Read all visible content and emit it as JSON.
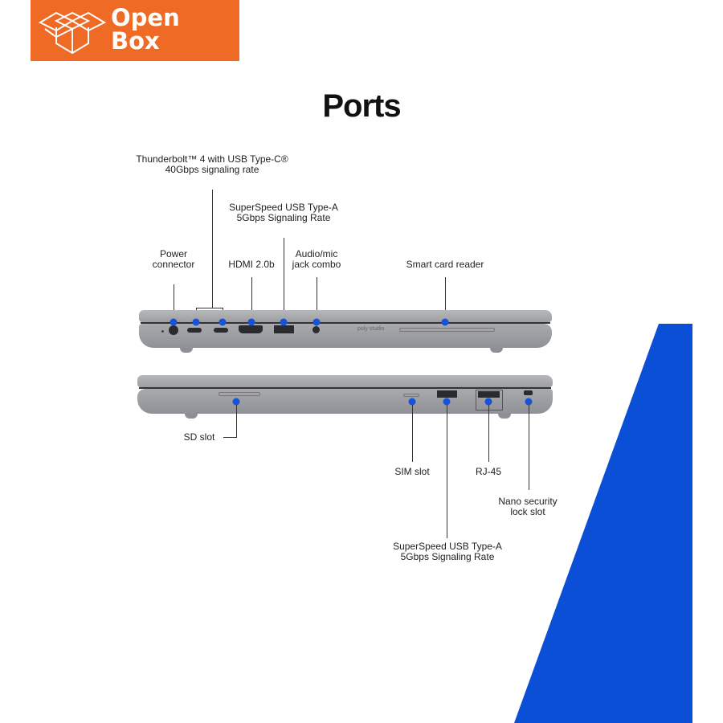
{
  "brand": {
    "logo_text_line1": "Open",
    "logo_text_line2": "Box",
    "color": "#ef6a24"
  },
  "title": "Ports",
  "accent_color": "#0b4fd6",
  "laptop_branding": "poly studio",
  "left_side_labels": {
    "thunderbolt": [
      "Thunderbolt™ 4 with USB Type-C®",
      "40Gbps signaling rate"
    ],
    "usb_a": [
      "SuperSpeed USB Type-A",
      "5Gbps Signaling Rate"
    ],
    "power": [
      "Power",
      "connector"
    ],
    "hdmi": "HDMI 2.0b",
    "audio": [
      "Audio/mic",
      "jack combo"
    ],
    "smart_card": "Smart card reader"
  },
  "right_side_labels": {
    "sd": "SD slot",
    "sim": "SIM slot",
    "rj45": "RJ-45",
    "nano": [
      "Nano security",
      "lock slot"
    ],
    "usb_a": [
      "SuperSpeed USB Type-A",
      "5Gbps Signaling Rate"
    ]
  }
}
